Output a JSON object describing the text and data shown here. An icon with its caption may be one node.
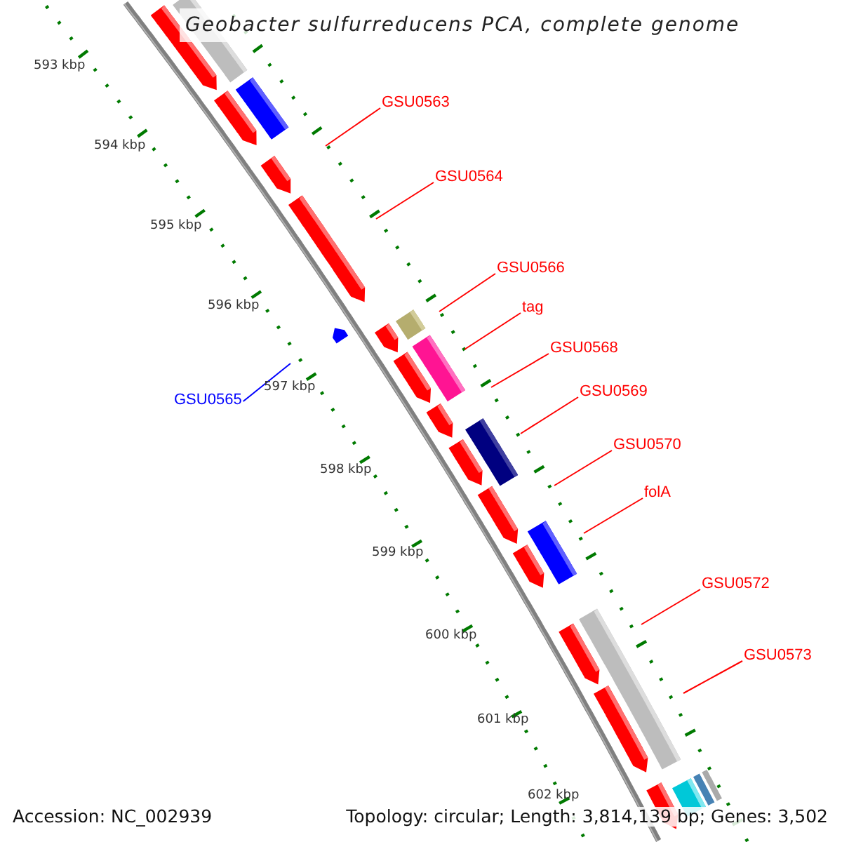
{
  "diagram": {
    "title": "Geobacter sulfurreducens PCA, complete genome",
    "nodes": [
      {
        "text": [
          "GSU0563"
        ]
      },
      {
        "text": [
          "GSU0564"
        ]
      },
      {
        "text": [
          "GSU0566"
        ]
      },
      {
        "text": [
          "tag"
        ]
      },
      {
        "text": [
          "GSU0568"
        ]
      },
      {
        "text": [
          "GSU0569"
        ]
      },
      {
        "text": [
          "GSU0565"
        ]
      },
      {
        "text": [
          "GSU0570"
        ]
      },
      {
        "text": [
          "folA"
        ]
      },
      {
        "text": [
          "GSU0572"
        ]
      },
      {
        "text": [
          "GSU0573"
        ]
      }
    ],
    "edges": [
      {
        "from": 0,
        "to": null,
        "arrow": "none"
      },
      {
        "from": 1,
        "to": null,
        "arrow": "none"
      },
      {
        "from": 2,
        "to": null,
        "arrow": "none"
      },
      {
        "from": 3,
        "to": null,
        "arrow": "none"
      },
      {
        "from": 4,
        "to": null,
        "arrow": "none"
      },
      {
        "from": 5,
        "to": null,
        "arrow": "none"
      },
      {
        "from": 6,
        "to": null,
        "arrow": "none",
        "color": "#0000ff"
      },
      {
        "from": 7,
        "to": null,
        "arrow": "none"
      },
      {
        "from": 8,
        "to": null,
        "arrow": "none"
      },
      {
        "from": 9,
        "to": null,
        "arrow": "none"
      },
      {
        "from": 10,
        "to": null,
        "arrow": "none"
      }
    ],
    "labels": [
      "593 kbp",
      "594 kbp",
      "595 kbp",
      "596 kbp",
      "597 kbp",
      "598 kbp",
      "599 kbp",
      "600 kbp",
      "601 kbp",
      "602 kbp",
      "Accession: NC_002939",
      "Topology: circular; Length: 3,814,139 bp; Genes: 3,502"
    ]
  }
}
